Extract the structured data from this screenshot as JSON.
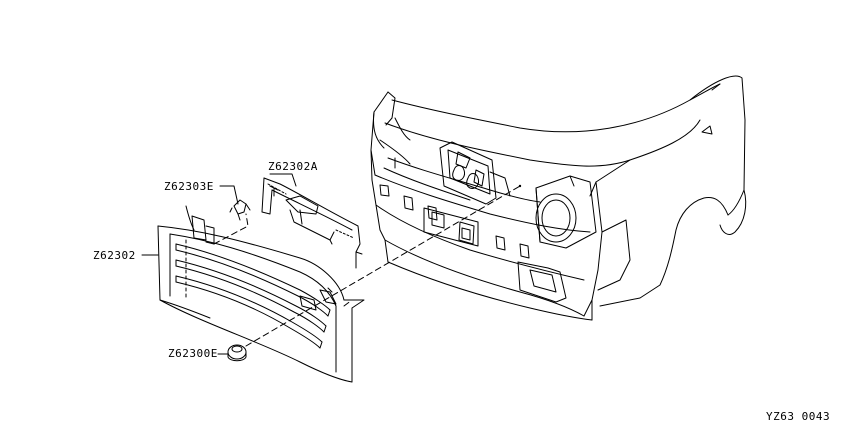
{
  "diagram": {
    "callouts": [
      {
        "id": "z62302a",
        "text": "Z62302A"
      },
      {
        "id": "z62303e",
        "text": "Z62303E"
      },
      {
        "id": "z62302",
        "text": "Z62302"
      },
      {
        "id": "z62300e",
        "text": "Z62300E"
      }
    ],
    "figure_code": "YZ63 0043"
  }
}
